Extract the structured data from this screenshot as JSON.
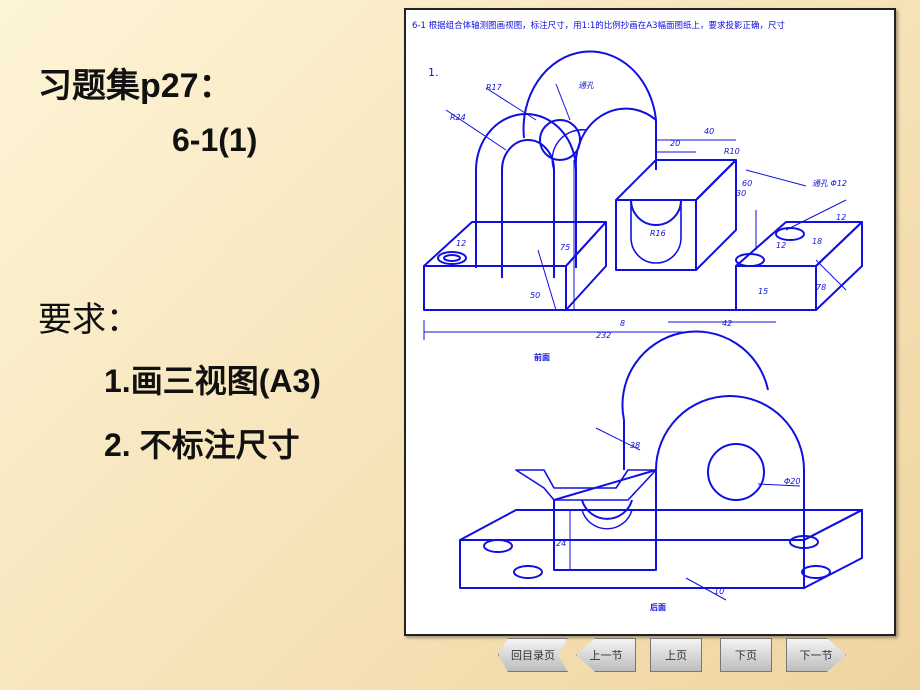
{
  "slide": {
    "title": "习题集p27：",
    "subtitle": "6-1(1)",
    "requirements_label": "要求：",
    "item1": "1.画三视图(A3)",
    "item2": "2. 不标注尺寸"
  },
  "figure": {
    "header": "6-1 根据组合体轴测图画视图，标注尺寸，用1:1的比例抄画在A3幅面图纸上，要求投影正确，尺寸",
    "problem_number": "1.",
    "view1_caption": "前面",
    "view2_caption": "后面",
    "dims": {
      "r17": "R17",
      "r24": "R24",
      "through_hole": "通孔",
      "d40": "40",
      "d20": "20",
      "r10": "R10",
      "r16": "R16",
      "d60": "60",
      "d30": "30",
      "hole_phi12": "通孔 Φ12",
      "d12a": "12",
      "d12b": "12",
      "d12c": "12",
      "d18": "18",
      "d75": "75",
      "d78": "78",
      "d15": "15",
      "d50": "50",
      "d8": "8",
      "d232": "232",
      "d42": "42",
      "d38": "38",
      "phi20": "Φ20",
      "d24": "24",
      "d10": "10"
    }
  },
  "nav": {
    "back": "回目录页",
    "prev_section": "上一节",
    "prev_page": "上页",
    "next_page": "下页",
    "next_section": "下一节"
  },
  "colors": {
    "drawing": "#1010e0",
    "background": "#f7e6bd"
  }
}
